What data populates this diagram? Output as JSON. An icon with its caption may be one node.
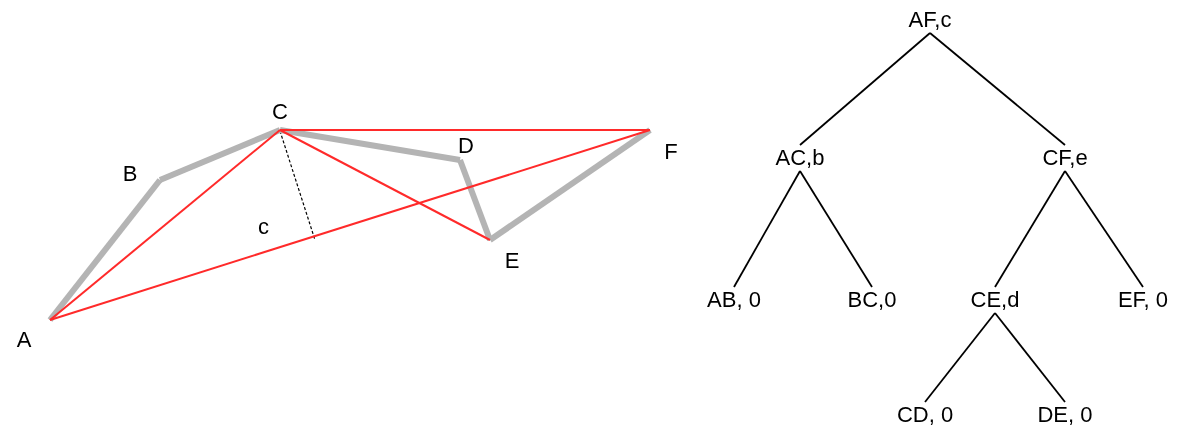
{
  "diagram": {
    "nodes": [
      {
        "text": [
          "A"
        ]
      },
      {
        "text": [
          "B"
        ]
      },
      {
        "text": [
          "C"
        ]
      },
      {
        "text": [
          "D"
        ]
      },
      {
        "text": [
          "E"
        ]
      },
      {
        "text": [
          "F"
        ]
      },
      {
        "text": [
          "AF,c"
        ]
      },
      {
        "text": [
          "AC,b"
        ]
      },
      {
        "text": [
          "CF,e"
        ]
      },
      {
        "text": [
          "AB, 0"
        ]
      },
      {
        "text": [
          "BC,0"
        ]
      },
      {
        "text": [
          "CE,d"
        ]
      },
      {
        "text": [
          "EF, 0"
        ]
      },
      {
        "text": [
          "CD, 0"
        ]
      },
      {
        "text": [
          "DE, 0"
        ]
      }
    ],
    "edges": [
      {
        "from": 0,
        "to": 1,
        "arrow": "none",
        "style": "thick",
        "color": "#b4b4b4"
      },
      {
        "from": 1,
        "to": 2,
        "arrow": "none",
        "style": "thick",
        "color": "#b4b4b4"
      },
      {
        "from": 2,
        "to": 3,
        "arrow": "none",
        "style": "thick",
        "color": "#b4b4b4"
      },
      {
        "from": 3,
        "to": 4,
        "arrow": "none",
        "style": "thick",
        "color": "#b4b4b4"
      },
      {
        "from": 4,
        "to": 5,
        "arrow": "none",
        "style": "thick",
        "color": "#b4b4b4"
      },
      {
        "from": 0,
        "to": 2,
        "arrow": "none",
        "color": "#ff2a2a"
      },
      {
        "from": 2,
        "to": 5,
        "arrow": "none",
        "color": "#ff2a2a"
      },
      {
        "from": 0,
        "to": 5,
        "arrow": "none",
        "color": "#ff2a2a"
      },
      {
        "from": 2,
        "to": 4,
        "arrow": "none",
        "color": "#ff2a2a"
      },
      {
        "from": 6,
        "to": 7,
        "arrow": "none"
      },
      {
        "from": 6,
        "to": 8,
        "arrow": "none"
      },
      {
        "from": 7,
        "to": 9,
        "arrow": "none"
      },
      {
        "from": 7,
        "to": 10,
        "arrow": "none"
      },
      {
        "from": 8,
        "to": 11,
        "arrow": "none"
      },
      {
        "from": 8,
        "to": 12,
        "arrow": "none"
      },
      {
        "from": 11,
        "to": 13,
        "arrow": "none"
      },
      {
        "from": 11,
        "to": 14,
        "arrow": "none"
      }
    ],
    "labels": [
      "c"
    ]
  }
}
